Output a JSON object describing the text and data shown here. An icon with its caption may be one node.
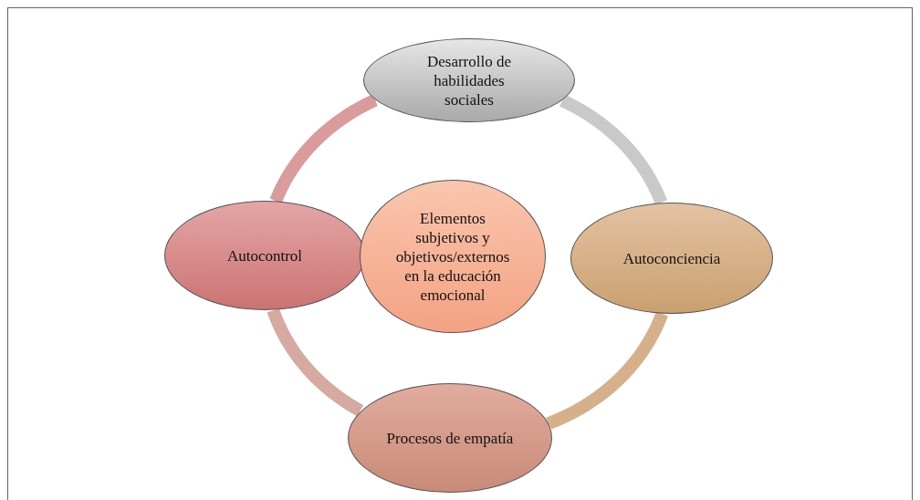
{
  "diagram": {
    "nodes": [
      {
        "text": [
          "Desarrollo de habilidades sociales"
        ]
      },
      {
        "text": [
          "Autocontrol"
        ]
      },
      {
        "text": [
          "Elementos subjetivos y objetivos/externos en la educación emocional"
        ]
      },
      {
        "text": [
          "Autoconciencia"
        ]
      },
      {
        "text": [
          "Procesos de empatía"
        ]
      }
    ],
    "edges": [
      {
        "from": 0,
        "to": 3,
        "arrow": "none",
        "color": "#c9c9c9"
      },
      {
        "from": 3,
        "to": 4,
        "arrow": "none",
        "color": "#d5b08a"
      },
      {
        "from": 4,
        "to": 1,
        "arrow": "none",
        "color": "#d6aaa0"
      },
      {
        "from": 1,
        "to": 0,
        "arrow": "none",
        "color": "#d99b9b"
      }
    ]
  }
}
